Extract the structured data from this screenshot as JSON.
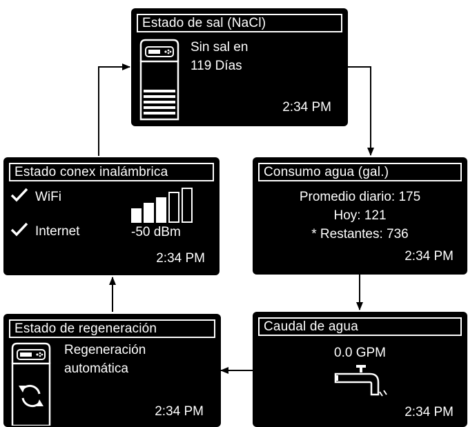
{
  "colors": {
    "screen_bg": "#000000",
    "screen_fg": "#ffffff",
    "page_bg": "#ffffff"
  },
  "screens": {
    "salt": {
      "title": "Estado de sal (NaCl)",
      "line1": "Sin sal en",
      "line2": "119 Días",
      "time": "2:34 PM",
      "icon": "softener-salt-level-icon"
    },
    "water_use": {
      "title": "Consumo agua (gal.)",
      "line1": "Promedio diario: 175",
      "line2": "Hoy: 121",
      "line3": "* Restantes: 736",
      "time": "2:34 PM"
    },
    "flow": {
      "title": "Caudal de agua",
      "value": "0.0 GPM",
      "time": "2:34 PM",
      "icon": "water-faucet-icon"
    },
    "regen": {
      "title": "Estado de regeneración",
      "line1": "Regeneración",
      "line2": "automática",
      "time": "2:34 PM",
      "icon": "softener-regeneration-icon"
    },
    "wireless": {
      "title": "Estado conex inalámbrica",
      "wifi_label": "WiFi",
      "internet_label": "Internet",
      "signal": "-50 dBm",
      "time": "2:34 PM",
      "signal_bars_filled": 3,
      "signal_bars_total": 5,
      "icons": [
        "checkmark-icon",
        "signal-strength-icon"
      ]
    }
  }
}
